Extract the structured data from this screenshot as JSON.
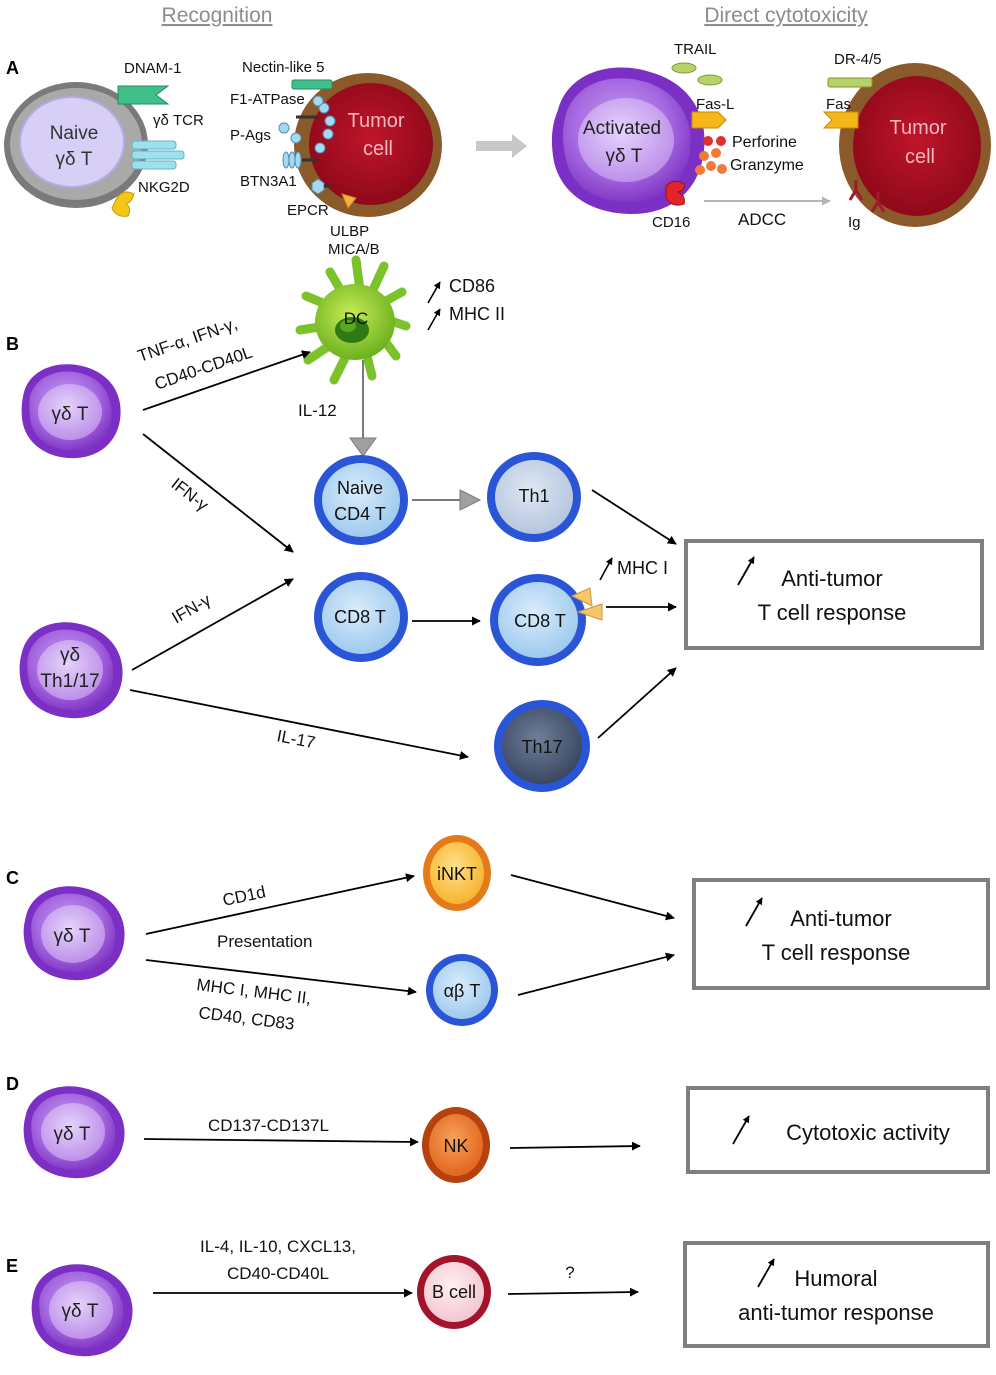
{
  "headers": {
    "recognition": "Recognition",
    "direct_cytotoxicity": "Direct cytotoxicity"
  },
  "panel_labels": {
    "a": "A",
    "b": "B",
    "c": "C",
    "d": "D",
    "e": "E"
  },
  "panel_a": {
    "naive_cell_line1": "Naive",
    "naive_cell_line2": "γδ T",
    "dnam1": "DNAM-1",
    "gd_tcr": "γδ TCR",
    "nkg2d": "NKG2D",
    "nectin_like5": "Nectin-like 5",
    "f1_atpase": "F1-ATPase",
    "p_ags": "P-Ags",
    "btn3a1": "BTN3A1",
    "epcr": "EPCR",
    "ulbp": "ULBP",
    "mica_b": "MICA/B",
    "tumor_line1": "Tumor",
    "tumor_line2": "cell",
    "activated_line1": "Activated",
    "activated_line2": "γδ T",
    "trail": "TRAIL",
    "fas_l": "Fas-L",
    "perforine": "Perforine",
    "granzyme": "Granzyme",
    "cd16": "CD16",
    "adcc": "ADCC",
    "dr45": "DR-4/5",
    "fas": "Fas",
    "tumor2_line1": "Tumor",
    "tumor2_line2": "cell",
    "ig": "Ig"
  },
  "panel_b": {
    "gd_t": "γδ T",
    "gd_th117_line1": "γδ",
    "gd_th117_line2": "Th1/17",
    "dc": "DC",
    "cd86": "CD86",
    "mhc_ii": "MHC II",
    "signal_line1": "TNF-α, IFN-γ,",
    "signal_line2": "CD40-CD40L",
    "il12": "IL-12",
    "ifng_upper": "IFN-γ",
    "ifng_lower": "IFN-γ",
    "il17": "IL-17",
    "naive_cd4_line1": "Naive",
    "naive_cd4_line2": "CD4 T",
    "th1": "Th1",
    "cd8t_left": "CD8 T",
    "cd8t_right": "CD8 T",
    "mhc_i": "MHC I",
    "th17": "Th17",
    "box_line1": "Anti-tumor",
    "box_line2": "T cell response"
  },
  "panel_c": {
    "gd_t": "γδ T",
    "inkt": "iNKT",
    "ab_t": "αβ T",
    "cd1d": "CD1d",
    "presentation": "Presentation",
    "molecules_line1": "MHC I, MHC II,",
    "molecules_line2": "CD40, CD83",
    "box_line1": "Anti-tumor",
    "box_line2": "T cell response"
  },
  "panel_d": {
    "gd_t": "γδ T",
    "nk": "NK",
    "signal": "CD137-CD137L",
    "box_text": "Cytotoxic activity"
  },
  "panel_e": {
    "gd_t": "γδ T",
    "b_cell": "B cell",
    "signal_line1": "IL-4, IL-10, CXCL13,",
    "signal_line2": "CD40-CD40L",
    "question": "?",
    "box_line1": "Humoral",
    "box_line2": "anti-tumor response"
  }
}
